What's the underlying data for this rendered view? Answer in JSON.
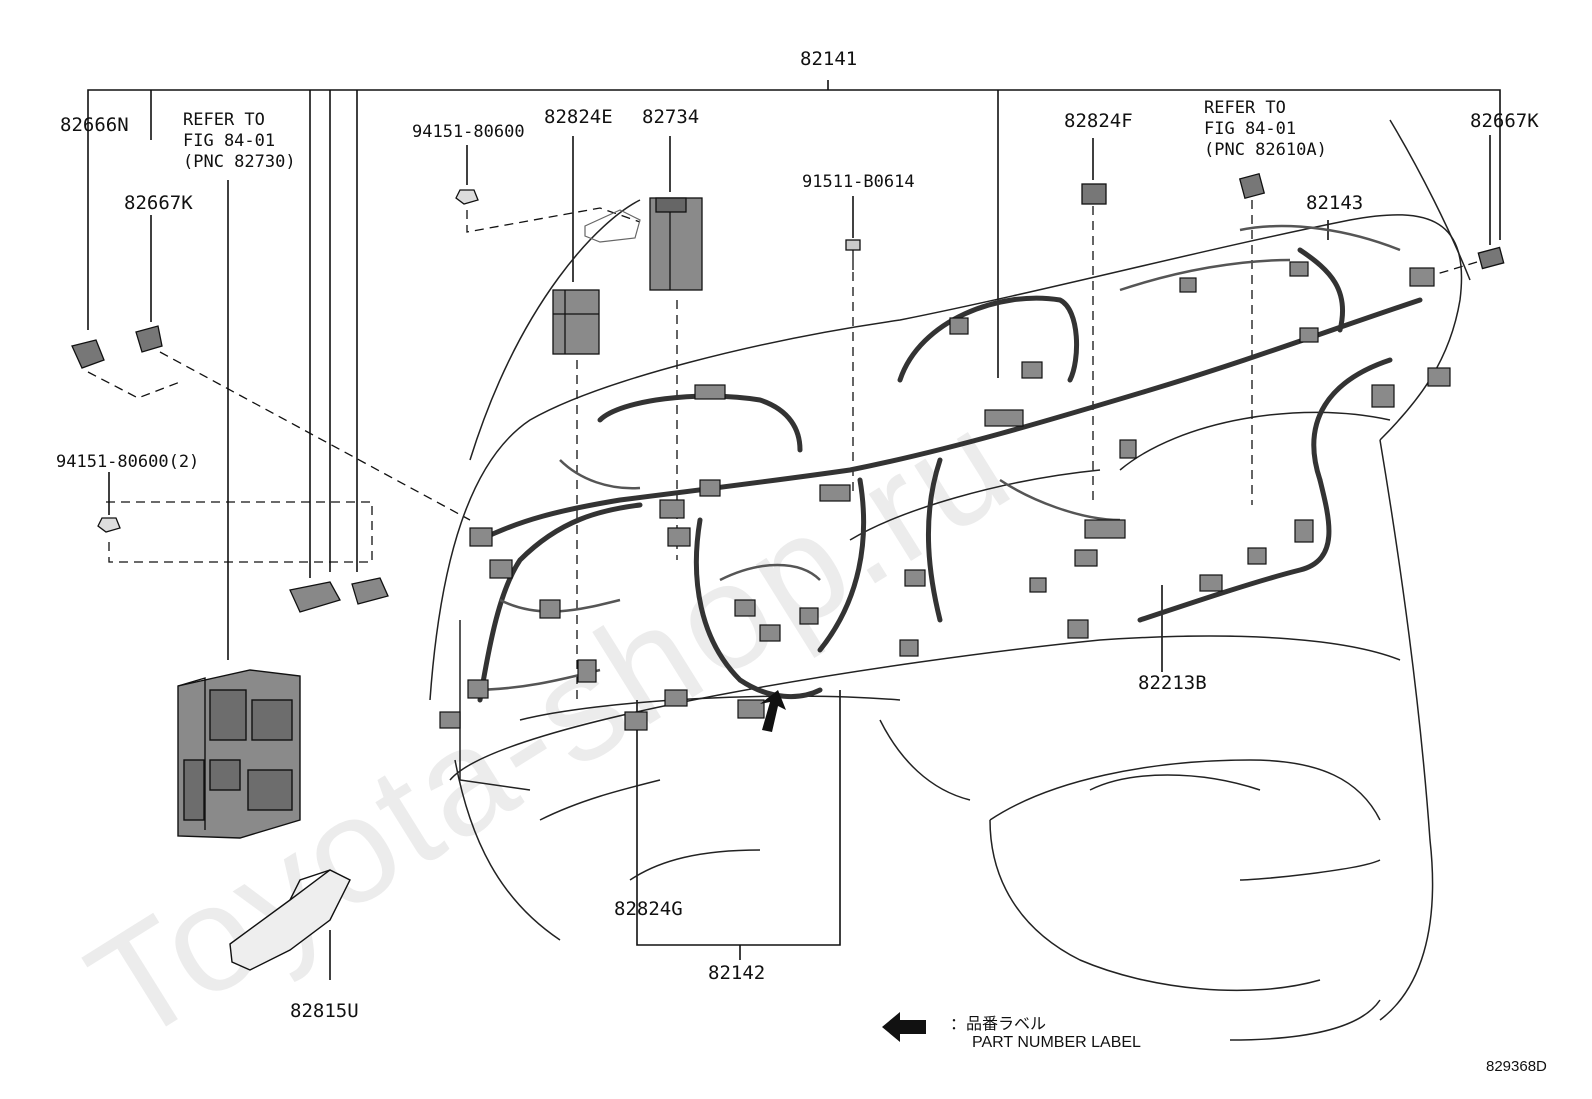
{
  "watermark": "Toyota-shop.ru",
  "diagram_code": "829368D",
  "legend": {
    "jp": "：品番ラベル",
    "en": "PART NUMBER LABEL"
  },
  "labels": {
    "p82141": "82141",
    "p82666n": "82666N",
    "refer1_line1": "REFER TO",
    "refer1_line2": "FIG 84-01",
    "refer1_line3": "(PNC 82730)",
    "p94151_a": "94151-80600",
    "p82824e": "82824E",
    "p82734": "82734",
    "p91511": "91511-B0614",
    "p82824f": "82824F",
    "refer2_line1": "REFER TO",
    "refer2_line2": "FIG 84-01",
    "refer2_line3": "(PNC 82610A)",
    "p82667k_right": "82667K",
    "p82143": "82143",
    "p82667k_left": "82667K",
    "p94151_b": "94151-80600(2)",
    "p82213b": "82213B",
    "p82824g": "82824G",
    "p82142": "82142",
    "p82815u": "82815U"
  },
  "colors": {
    "ink": "#111111",
    "wire": "#444444",
    "fill": "#8a8a8a"
  }
}
